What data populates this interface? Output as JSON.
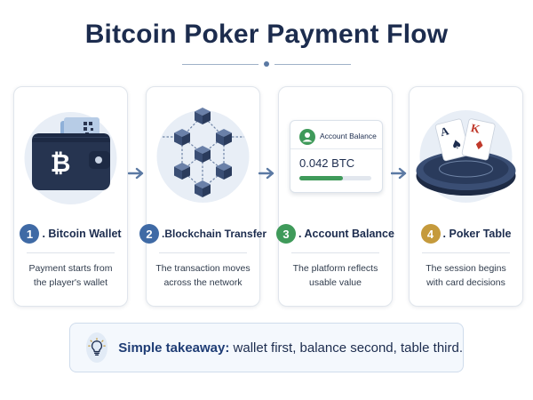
{
  "title": "Bitcoin Poker Payment Flow",
  "colors": {
    "navy": "#1c2c4e",
    "step1": "#3f6aa5",
    "step2": "#3f6aa5",
    "step3": "#3f9a5a",
    "step4": "#c59a3c",
    "arrow": "#5b79a3",
    "progress": "#3f9a5a"
  },
  "steps": [
    {
      "number": "1",
      "label": ". Bitcoin Wallet",
      "description_line1": "Payment starts from",
      "description_line2": "the player's wallet"
    },
    {
      "number": "2",
      "label": ".Blockchain Transfer",
      "description_line1": "The transaction moves",
      "description_line2": "across the network"
    },
    {
      "number": "3",
      "label": ". Account Balance",
      "description_line1": "The platform reflects",
      "description_line2": "usable value"
    },
    {
      "number": "4",
      "label": ". Poker Table",
      "description_line1": "The session begins",
      "description_line2": "with card decisions"
    }
  ],
  "balance_card": {
    "title": "Account Balance",
    "amount": "0.042 BTC",
    "progress": 0.6
  },
  "wallet_symbol": "₿",
  "poker_cards": [
    {
      "rank": "A",
      "suit": "♠"
    },
    {
      "rank": "K",
      "suit": "♦"
    }
  ],
  "icons": {
    "wallet": "bitcoin-wallet-icon",
    "blockchain": "blockchain-network-icon",
    "balance": "account-balance-icon",
    "table": "poker-table-icon",
    "bulb": "lightbulb-icon",
    "arrow": "arrow-right-icon"
  },
  "takeaway": {
    "label": "Simple takeaway:",
    "text": " wallet first, balance second, table third."
  }
}
